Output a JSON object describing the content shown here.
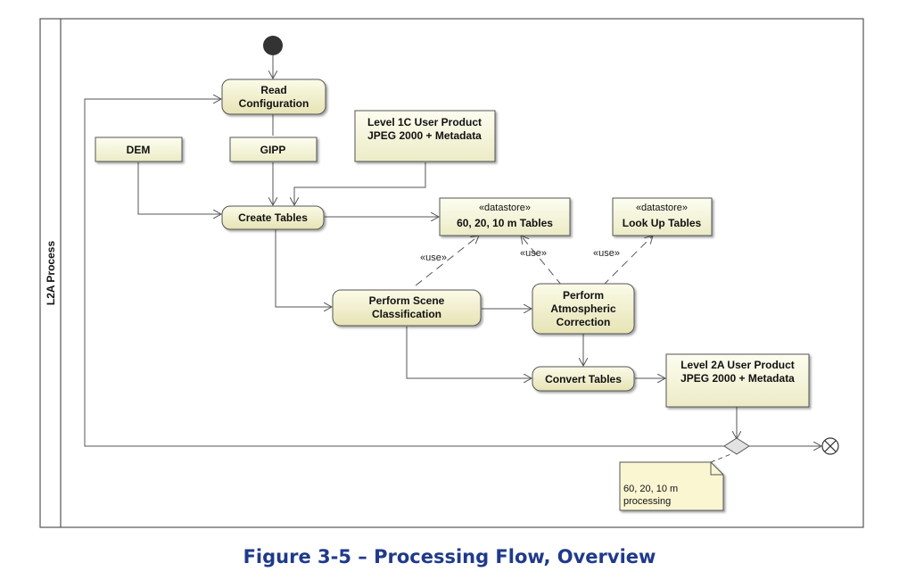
{
  "swimlane": {
    "label": "L2A Process"
  },
  "nodes": {
    "read_config": [
      "Read",
      "Configuration"
    ],
    "create_tables": "Create Tables",
    "scene_classification": [
      "Perform Scene",
      "Classification"
    ],
    "atmospheric_correction": [
      "Perform",
      "Atmospheric",
      "Correction"
    ],
    "convert_tables": "Convert Tables"
  },
  "objects": {
    "dem": "DEM",
    "gipp": "GIPP",
    "level1c": [
      "Level 1C User Product",
      "JPEG 2000 + Metadata"
    ],
    "tables_store": {
      "stereotype": "«datastore»",
      "name": "60, 20, 10 m Tables"
    },
    "lut_store": {
      "stereotype": "«datastore»",
      "name": "Look Up Tables"
    },
    "level2a": [
      "Level 2A User Product",
      "JPEG 2000 + Metadata"
    ]
  },
  "use_labels": [
    "«use»",
    "«use»",
    "«use»"
  ],
  "note": [
    "60, 20, 10 m",
    "processing"
  ],
  "caption": "Figure 3-5  – Processing Flow, Overview"
}
